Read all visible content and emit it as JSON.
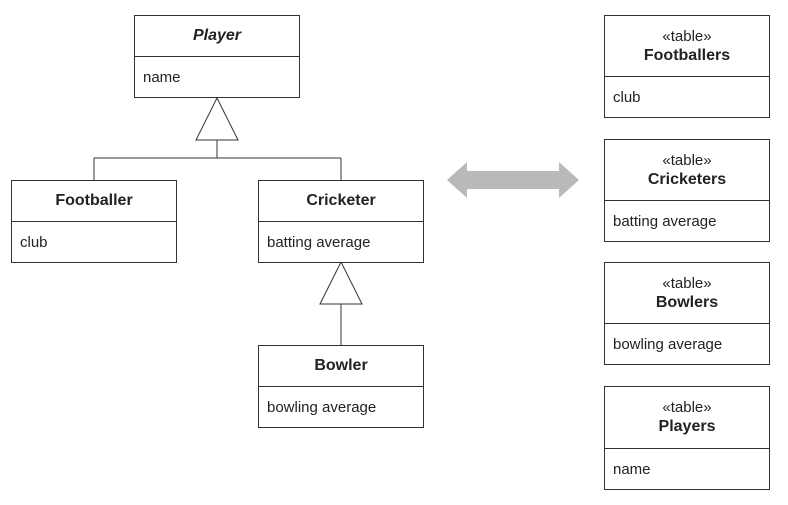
{
  "classes": {
    "player": {
      "name": "Player",
      "attribute": "name"
    },
    "footballer": {
      "name": "Footballer",
      "attribute": "club"
    },
    "cricketer": {
      "name": "Cricketer",
      "attribute": "batting average"
    },
    "bowler": {
      "name": "Bowler",
      "attribute": "bowling average"
    }
  },
  "tables": {
    "footballers": {
      "stereotype": "«table»",
      "name": "Footballers",
      "column": "club"
    },
    "cricketers": {
      "stereotype": "«table»",
      "name": "Cricketers",
      "column": "batting average"
    },
    "bowlers": {
      "stereotype": "«table»",
      "name": "Bowlers",
      "column": "bowling average"
    },
    "players": {
      "stereotype": "«table»",
      "name": "Players",
      "column": "name"
    }
  },
  "colors": {
    "line": "#333333",
    "arrow": "#b9b9b9"
  }
}
